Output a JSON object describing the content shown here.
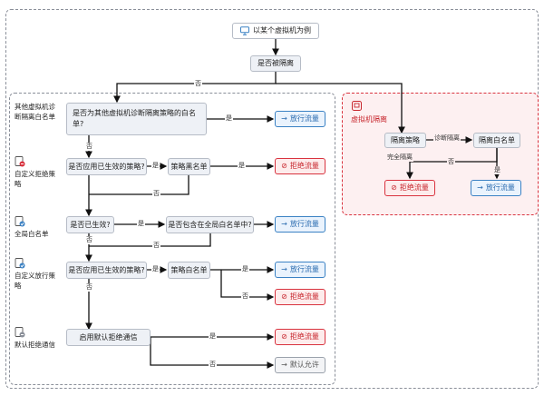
{
  "start": {
    "label": "以某个虚拟机为例",
    "icon": "monitor-icon"
  },
  "decision_isolated": {
    "label": "是否被隔离"
  },
  "left_group": {
    "sections": [
      {
        "id": "other_vm",
        "label": "其他虚拟机诊断隔离白名单"
      },
      {
        "id": "custom_deny",
        "label": "自定义拒绝策略",
        "icon": "deny-policy-icon"
      },
      {
        "id": "global_allow",
        "label": "全局白名单",
        "icon": "allow-list-icon"
      },
      {
        "id": "custom_allow",
        "label": "自定义放行策略",
        "icon": "allow-policy-icon"
      },
      {
        "id": "default_deny",
        "label": "默认拒绝通信",
        "icon": "default-deny-icon"
      }
    ],
    "nodes": {
      "q_other_vm": "是否为其他虚拟机诊断隔离策略的白名单?",
      "q_deny_policy": "是否应用已生效的策略?",
      "deny_list": "策略黑名单",
      "q_effective": "是否已生效?",
      "q_in_global": "是否包含在全局白名单中?",
      "q_allow_policy": "是否应用已生效的策略?",
      "allow_list": "策略白名单",
      "apply_default": "启用默认拒绝通信"
    },
    "results": {
      "allow": "放行流量",
      "deny": "拒绝流量",
      "default": "默认允许"
    }
  },
  "right_group": {
    "title": "虚拟机隔离",
    "icon": "vm-isolation-icon",
    "nodes": {
      "iso_policy": "隔离策略",
      "iso_whitelist": "隔离白名单"
    },
    "edge_diagnostic": "诊断隔离",
    "edge_full": "完全隔离"
  },
  "edges": {
    "yes": "是",
    "no": "否"
  },
  "colors": {
    "allow": "#2b6cb0",
    "deny": "#c8282f",
    "line": "#111111"
  }
}
